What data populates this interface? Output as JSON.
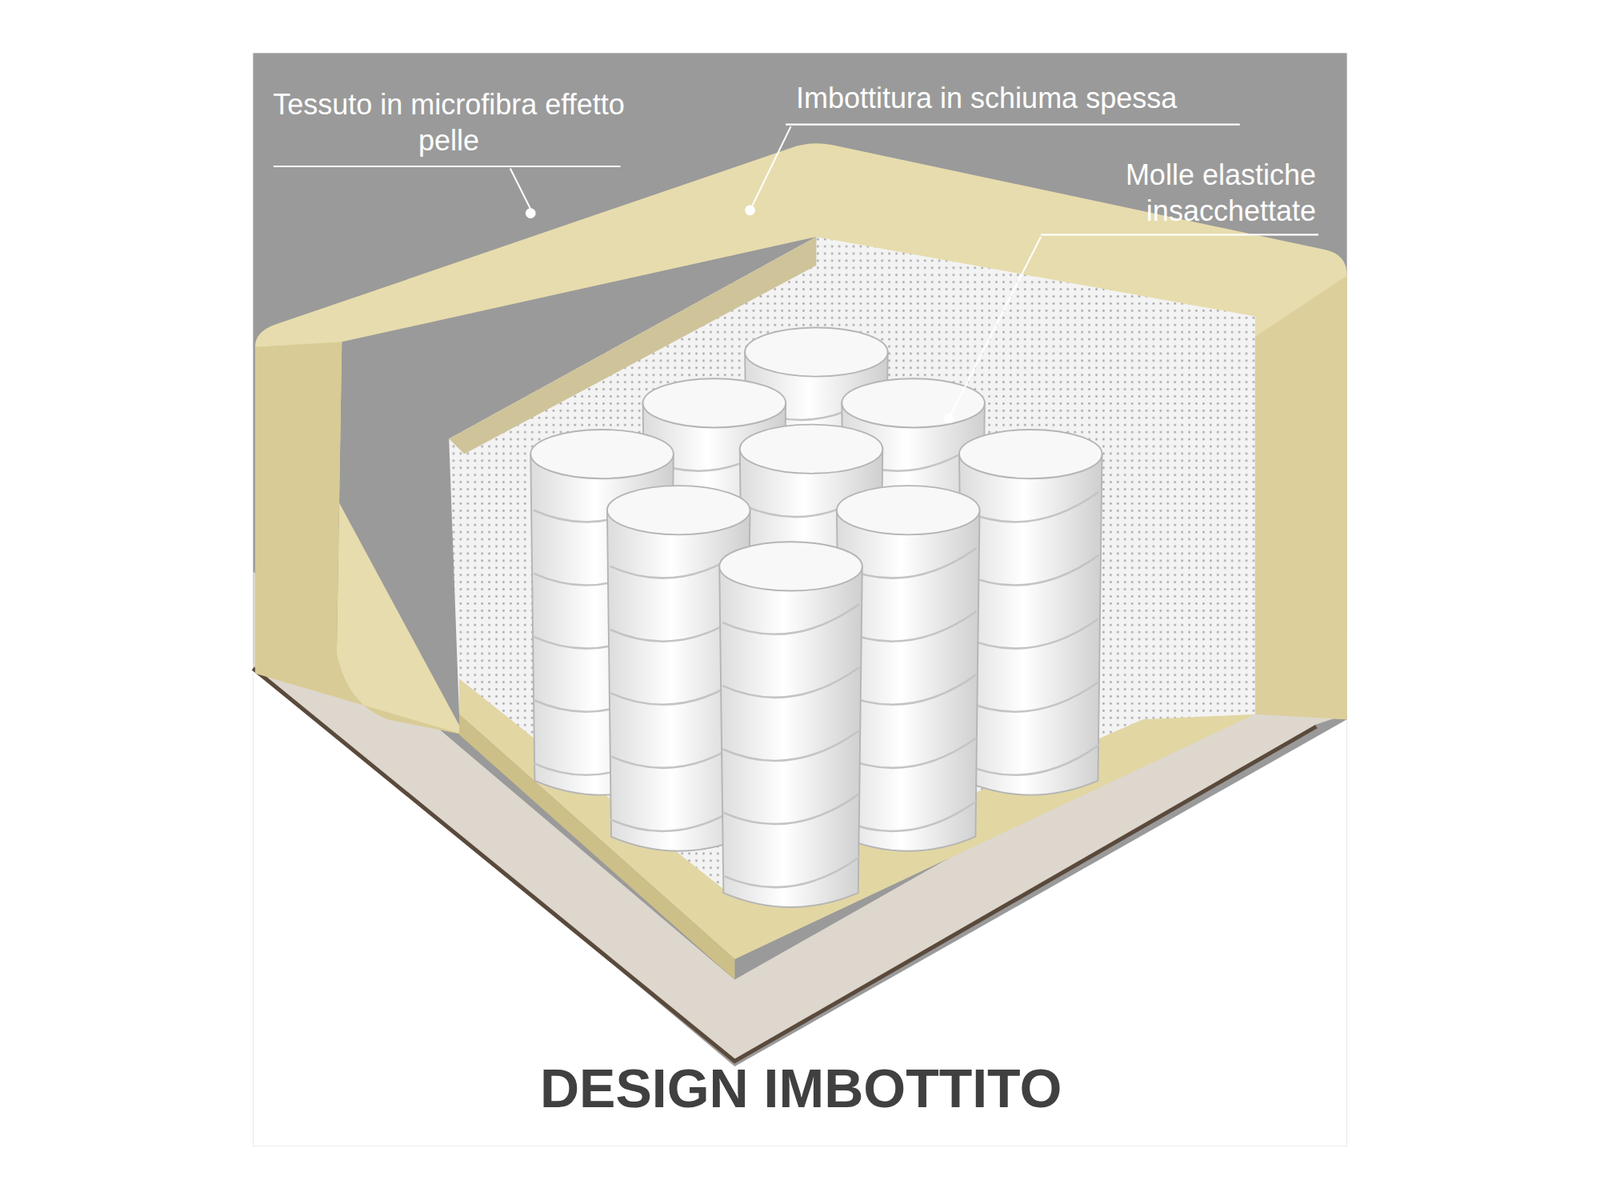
{
  "diagram": {
    "caption": "DESIGN IMBOTTITO",
    "labels": [
      "Tessuto in microfibra effetto pelle",
      "Imbottitura in schiuma spessa",
      "Molle elastiche insacchettate"
    ]
  }
}
